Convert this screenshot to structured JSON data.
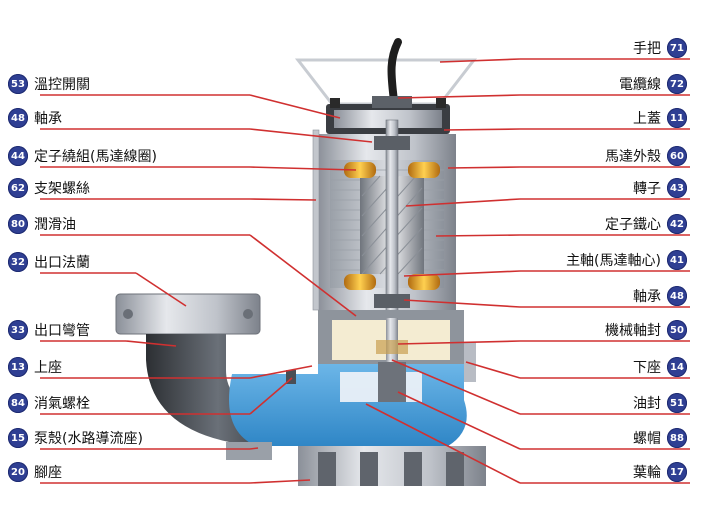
{
  "left_callouts": [
    {
      "number": "53",
      "text": "溫控開關"
    },
    {
      "number": "48",
      "text": "軸承"
    },
    {
      "number": "44",
      "text": "定子繞組(馬達線圈)"
    },
    {
      "number": "62",
      "text": "支架螺絲"
    },
    {
      "number": "80",
      "text": "潤滑油"
    },
    {
      "number": "32",
      "text": "出口法蘭"
    },
    {
      "number": "33",
      "text": "出口彎管"
    },
    {
      "number": "13",
      "text": "上座"
    },
    {
      "number": "84",
      "text": "消氣螺栓"
    },
    {
      "number": "15",
      "text": "泵殼(水路導流座)"
    },
    {
      "number": "20",
      "text": "腳座"
    }
  ],
  "right_callouts": [
    {
      "number": "71",
      "text": "手把"
    },
    {
      "number": "72",
      "text": "電纜線"
    },
    {
      "number": "11",
      "text": "上蓋"
    },
    {
      "number": "60",
      "text": "馬達外殼"
    },
    {
      "number": "43",
      "text": "轉子"
    },
    {
      "number": "42",
      "text": "定子鐵心"
    },
    {
      "number": "41",
      "text": "主軸(馬達軸心)"
    },
    {
      "number": "48",
      "text": "軸承"
    },
    {
      "number": "50",
      "text": "機械軸封"
    },
    {
      "number": "14",
      "text": "下座"
    },
    {
      "number": "51",
      "text": "油封"
    },
    {
      "number": "88",
      "text": "螺帽"
    },
    {
      "number": "17",
      "text": "葉輪"
    }
  ],
  "colors": {
    "badge": "#2f3f93",
    "leader_line": "#d03030",
    "pump_blue": "#4a9fd8",
    "steel": "#b8bcc4",
    "copper": "#d8a020"
  }
}
